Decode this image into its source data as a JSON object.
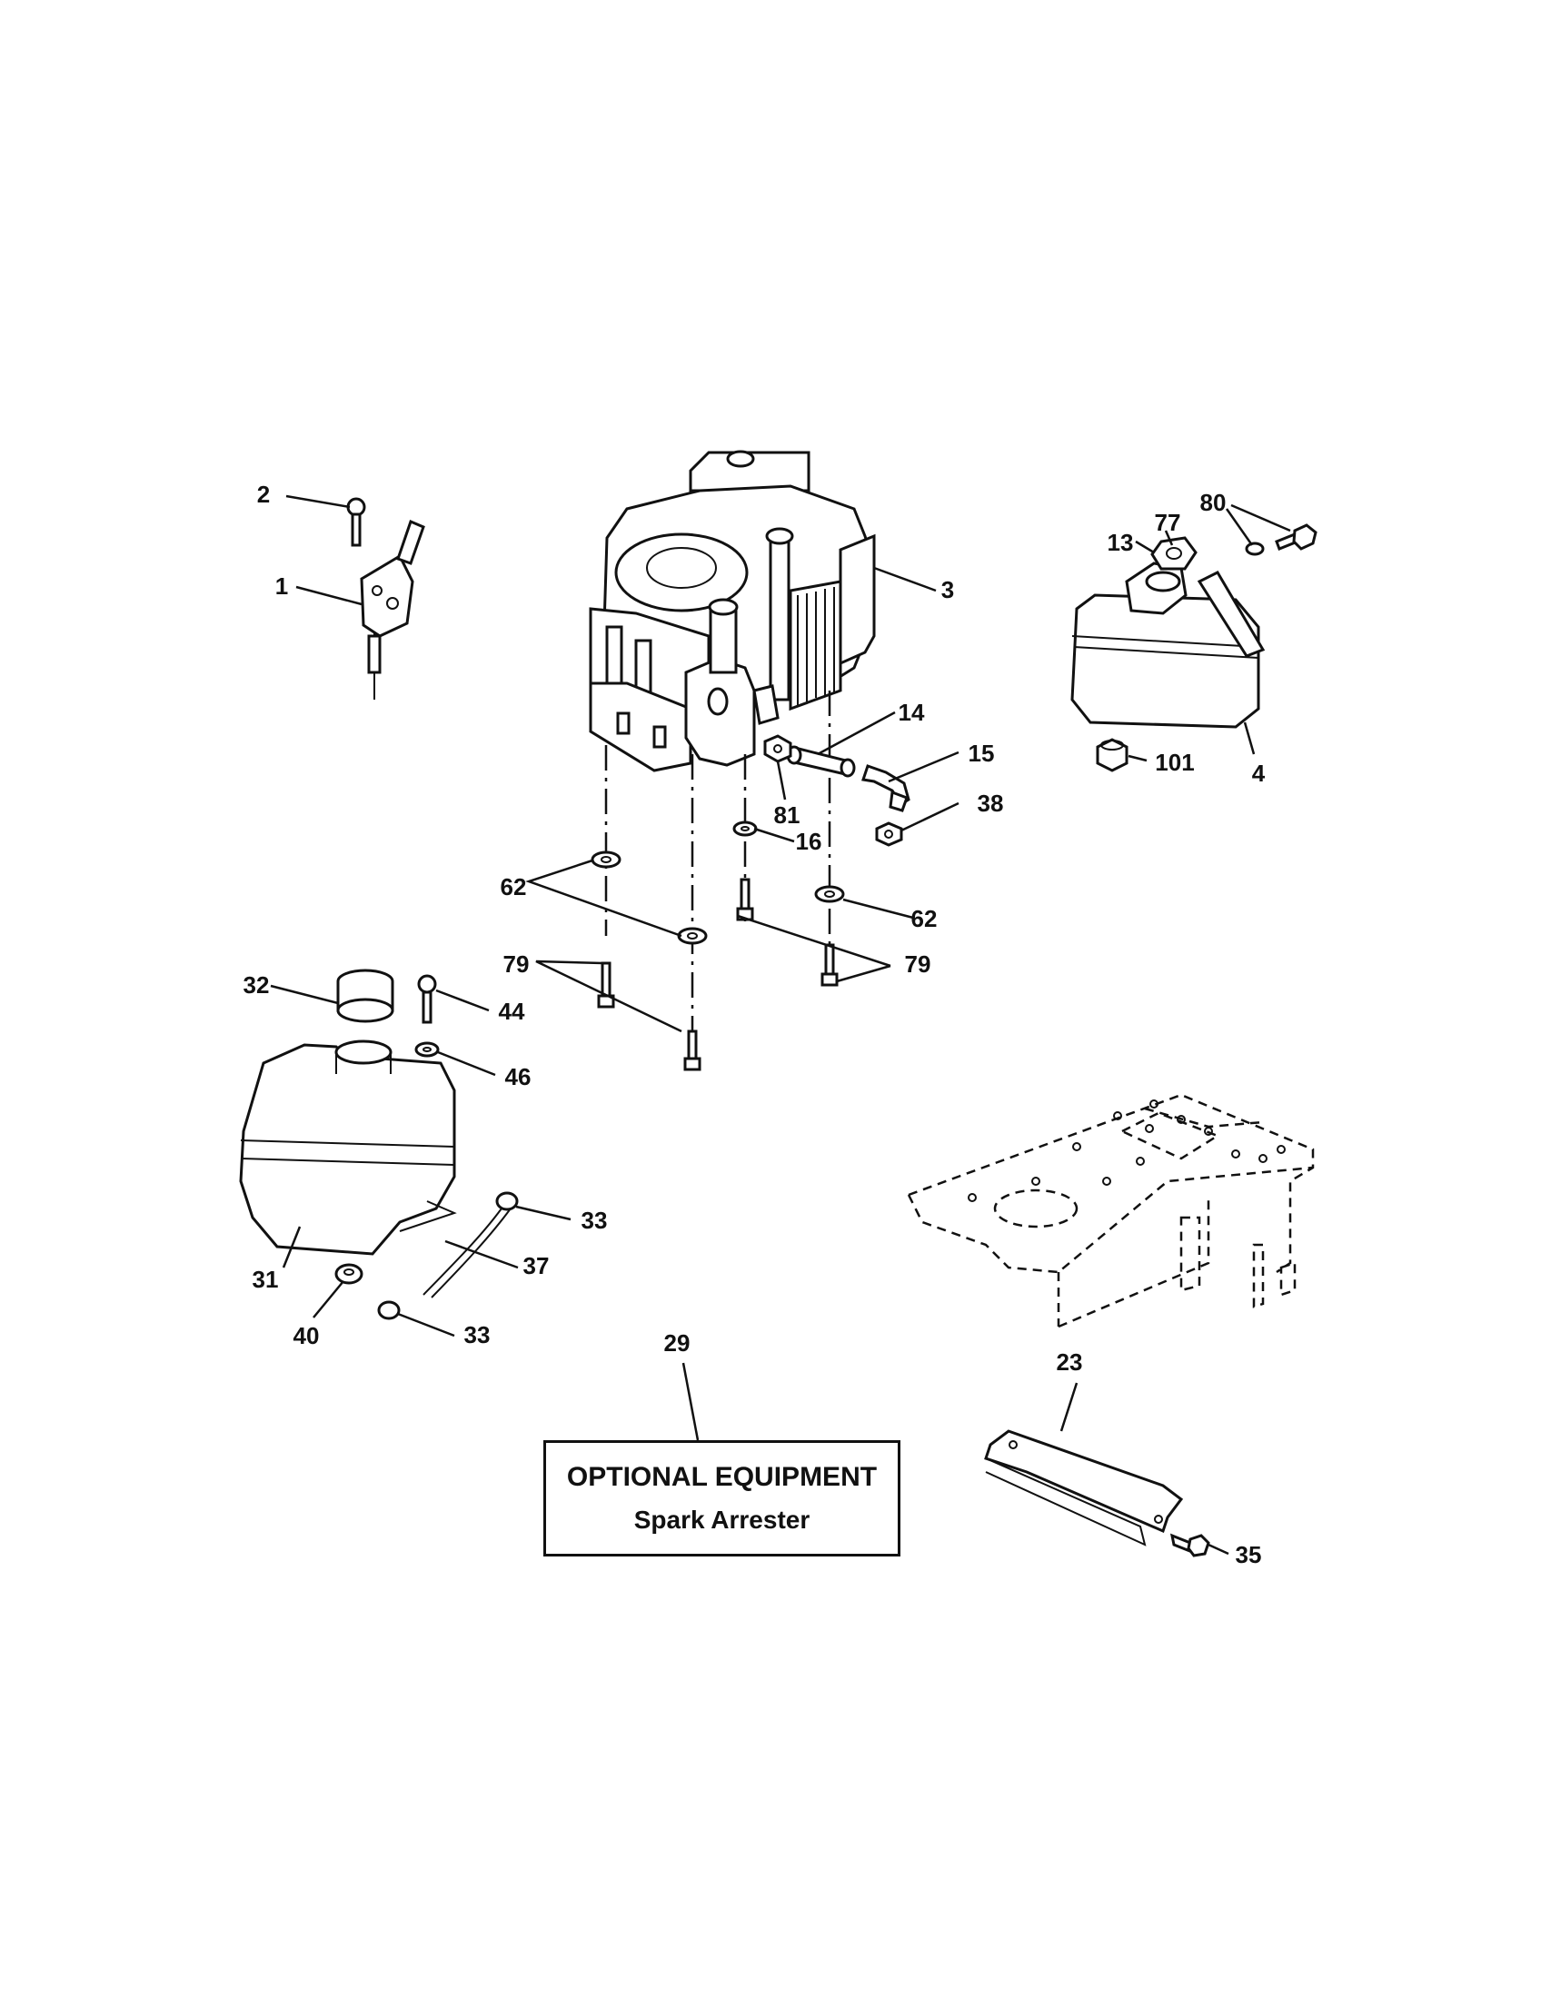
{
  "callouts": {
    "c1": "1",
    "c2": "2",
    "c3": "3",
    "c4": "4",
    "c13": "13",
    "c14": "14",
    "c15": "15",
    "c16": "16",
    "c23": "23",
    "c29": "29",
    "c31": "31",
    "c32": "32",
    "c33a": "33",
    "c33b": "33",
    "c35": "35",
    "c37": "37",
    "c38": "38",
    "c40": "40",
    "c44": "44",
    "c46": "46",
    "c62a": "62",
    "c62b": "62",
    "c77": "77",
    "c79a": "79",
    "c79b": "79",
    "c80": "80",
    "c81": "81",
    "c101": "101"
  },
  "optional_equipment": {
    "title": "OPTIONAL EQUIPMENT",
    "subtitle": "Spark Arrester"
  }
}
